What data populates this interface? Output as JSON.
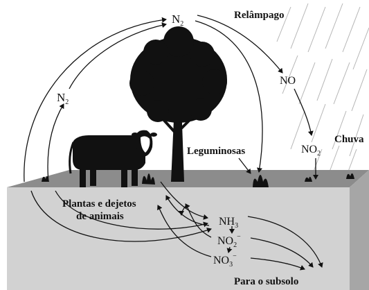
{
  "labels": {
    "n2_top": "N",
    "n2_top_sub": "2",
    "n2_left": "N",
    "n2_left_sub": "2",
    "lightning": "Relâmpago",
    "no": "NO",
    "no2": "NO",
    "no2_sub": "2",
    "rain": "Chuva",
    "legumes": "Leguminosas",
    "plants_line1": "Plantas e dejetos",
    "plants_line2": "de animais",
    "nh3": "NH",
    "nh3_sub": "3",
    "no2_minus": "NO",
    "no2_minus_sub": "2",
    "no2_minus_sup": "−",
    "no3_minus": "NO",
    "no3_minus_sub": "3",
    "no3_minus_sup": "−",
    "subsoil": "Para o subsolo"
  },
  "colors": {
    "ground_top": "#8c8c8c",
    "ground_front": "#cfcfcf",
    "ground_side": "#a8a8a8",
    "ink": "#111111",
    "rain": "#b5b5b5"
  }
}
